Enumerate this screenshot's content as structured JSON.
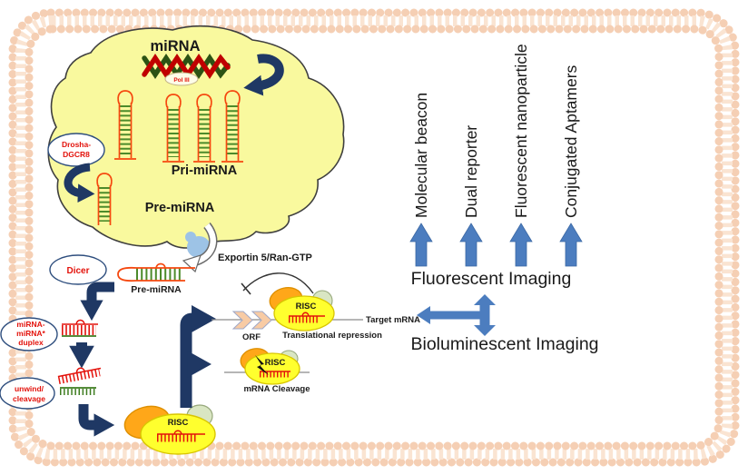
{
  "title": "miRNA biogenesis pathway and imaging diagram",
  "nucleus": {
    "gene_label": "miRNA",
    "pol_label": "Pol III",
    "drosha_line1": "Drosha-",
    "drosha_line2": "DGCR8",
    "pri_mirna_label": "Pri-miRNA",
    "pre_mirna_label": "Pre-miRNA"
  },
  "export_pathway": {
    "exportin_label": "Exportin 5/Ran-GTP"
  },
  "cytoplasm": {
    "dicer_label": "Dicer",
    "pre_mirna_label": "Pre-miRNA",
    "duplex_line1": "miRNA-",
    "duplex_line2": "miRNA*",
    "duplex_line3": "duplex",
    "unwind_line1": "unwind/",
    "unwind_line2": "cleavage",
    "risc_label": "RISC",
    "orf_label": "ORF",
    "target_mrna_label": "Target mRNA",
    "translational_repression_label": "Translational repression",
    "mrna_cleavage_label": "mRNA Cleavage"
  },
  "imaging": {
    "methods": [
      "Molecular beacon",
      "Dual reporter",
      "Fluorescent nanoparticle",
      "Conjugated Aptamers"
    ],
    "fluorescent_label": "Fluorescent Imaging",
    "bioluminescent_label": "Bioluminescent Imaging"
  },
  "colors": {
    "navy_arrow": "#1F3864",
    "blue_arrow": "#4C7DBF",
    "nucleus_fill": "#F9F99E",
    "red_text": "#E3120B",
    "strand_orange": "#F5480F",
    "strand_green": "#3E7D20",
    "risc_yellow": "#FFFF2E",
    "risc_orange": "#FFA719",
    "risc_green": "#D9E6C3",
    "membrane_border": "#F6D2BA",
    "exportin_blob": "#9DC3E6"
  }
}
